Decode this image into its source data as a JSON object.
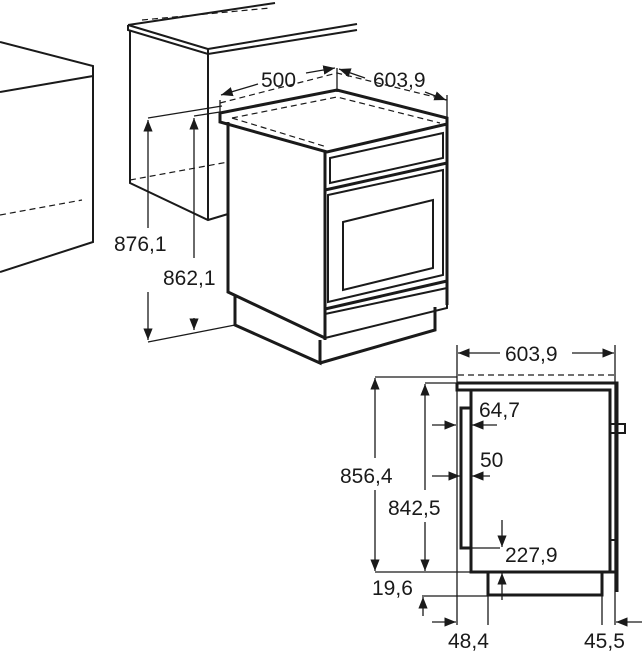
{
  "perspective_view": {
    "labels": {
      "total_height": "876,1",
      "body_height": "862,1",
      "depth": "500",
      "width": "603,9"
    }
  },
  "side_view": {
    "labels": {
      "width": "603,9",
      "total_height": "856,4",
      "body_height": "842,5",
      "handle_offset_top": "64,7",
      "handle_depth": "50",
      "handle_bottom": "227,9",
      "plinth_height": "19,6",
      "front_offset": "48,4",
      "rear_offset": "45,5"
    }
  },
  "colors": {
    "line": "#1a1a1a",
    "background": "#ffffff"
  }
}
